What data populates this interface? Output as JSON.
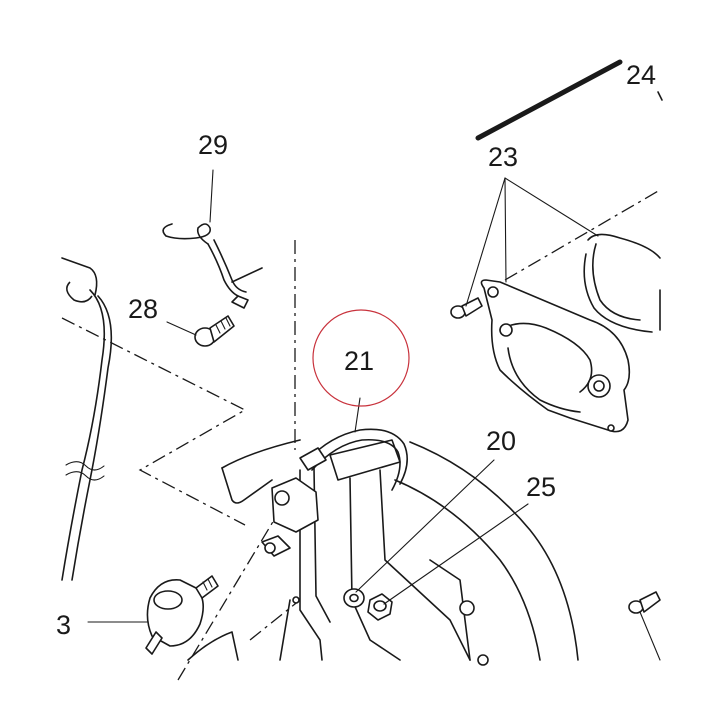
{
  "callouts": {
    "c24": "24",
    "c23": "23",
    "c29": "29",
    "c28": "28",
    "c21": "21",
    "c20": "20",
    "c25": "25",
    "c3": "3"
  },
  "colors": {
    "line": "#1a1a1a",
    "highlight_circle": "#c8323c",
    "background": "#ffffff"
  }
}
